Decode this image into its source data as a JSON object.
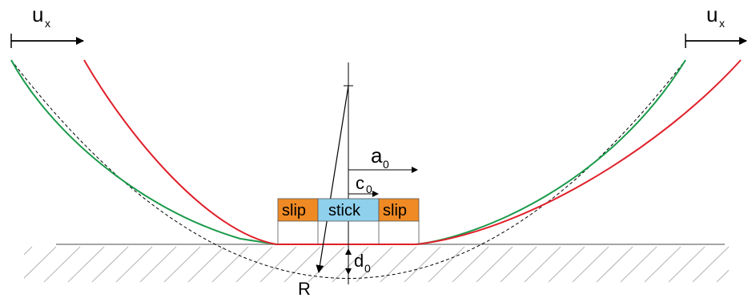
{
  "labels": {
    "ux_left": "u",
    "ux_left_sub": "x",
    "ux_right": "u",
    "ux_right_sub": "x",
    "a0": "a",
    "a0_sub": "0",
    "c0": "c",
    "c0_sub": "0",
    "d0": "d",
    "d0_sub": "0",
    "R": "R"
  },
  "zones": {
    "slip_left": "slip",
    "stick": "stick",
    "slip_right": "slip"
  },
  "colors": {
    "slip": "#f08a24",
    "stick": "#8fd0ec",
    "red_curve": "#e0202a",
    "green_curve": "#1a9a4a",
    "ground": "#888888",
    "hatch": "#bbbbbb"
  }
}
